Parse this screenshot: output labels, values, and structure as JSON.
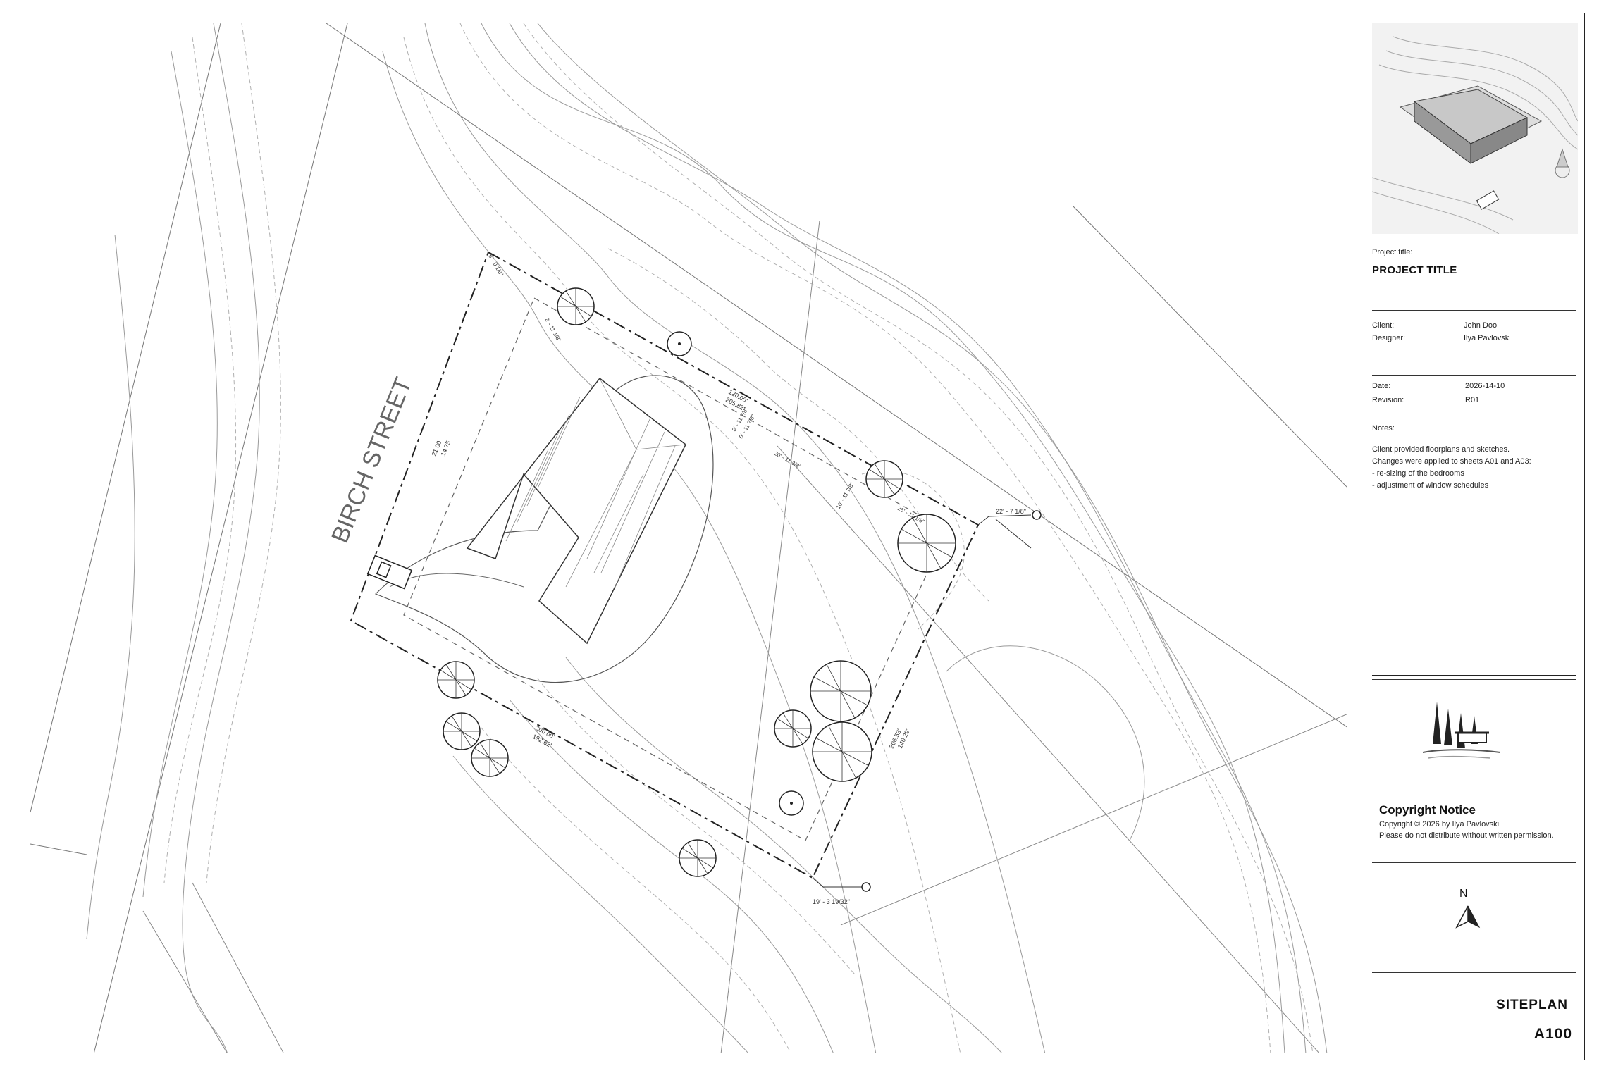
{
  "plan": {
    "street_name": "BIRCH STREET",
    "dims": {
      "north_bearing": "120.00'",
      "north_bearing_2": "205.82'",
      "west_bearing": "21.00'",
      "west_bearing_2": "14.75'",
      "south_bearing": "300.00'",
      "south_bearing_2": "192.62'",
      "east_bearing": "206.53'",
      "east_bearing_2": "140.29'",
      "setback_a": "5' - 0 1/8\"",
      "setback_b": "2' - 11 1/8\"",
      "setback_c": "8' - 11 7/8\"",
      "setback_d": "5' - 11 7/8\"",
      "setback_e": "20' - 11 3/8\"",
      "setback_f": "10' - 11 7/8\"",
      "setback_g": "26' - 11 1/8\"",
      "offset_ne": "22' - 7 1/8\"",
      "offset_se": "19' - 3 19/32\""
    }
  },
  "title_block": {
    "project_title_label": "Project title:",
    "project_title": "PROJECT TITLE",
    "client_label": "Client:",
    "client": "John Doo",
    "designer_label": "Designer:",
    "designer": "Ilya Pavlovski",
    "date_label": "Date:",
    "date": "2026-14-10",
    "revision_label": "Revision:",
    "revision": "R01",
    "notes_label": "Notes:",
    "notes": [
      "Client provided floorplans and sketches.",
      "Changes were applied to sheets A01 and A03:",
      "- re-sizing of the bedrooms",
      "- adjustment of window schedules"
    ],
    "copyright_heading": "Copyright Notice",
    "copyright_line": "Copyright © 2026 by Ilya Pavlovski",
    "copyright_line_2": "Please do not distribute without written permission.",
    "north_label": "N",
    "sheet_name": "SITEPLAN",
    "sheet_number": "A100"
  }
}
